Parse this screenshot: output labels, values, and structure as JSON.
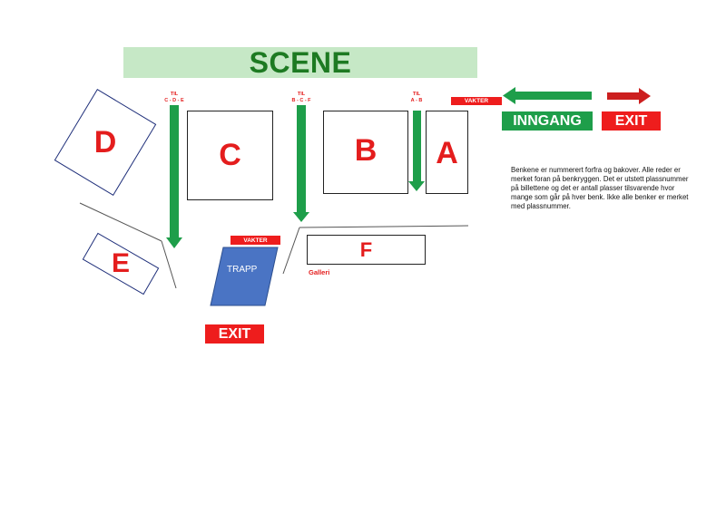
{
  "stage": {
    "label": "SCENE"
  },
  "sections": {
    "a": "A",
    "b": "B",
    "c": "C",
    "d": "D",
    "e": "E",
    "f": "F"
  },
  "direction_labels": {
    "cde": {
      "title": "TIL",
      "sub": "C - D - E"
    },
    "bcf": {
      "title": "TIL",
      "sub": "B - C - F"
    },
    "ab": {
      "title": "TIL",
      "sub": "A - B"
    }
  },
  "guards": {
    "top": "VAKTER",
    "stairs": "VAKTER"
  },
  "buttons": {
    "entrance": "INNGANG",
    "exit_top": "EXIT",
    "exit_bottom": "EXIT"
  },
  "stairs": {
    "label": "TRAPP"
  },
  "gallery": {
    "label": "Galleri"
  },
  "note": {
    "text": "Benkene er nummerert forfra og bakover. Alle reder er merket foran på benkryggen. Det er utstett plassnummer på billettene og det er antall plasser tilsvarende hvor mange som går på hver benk. Ikke alle benker er merket med plassnummer."
  },
  "colors": {
    "stage_bg": "#c6e8c6",
    "stage_text": "#1d7a22",
    "arrow_green": "#1e9e4a",
    "red": "#ee1d1d",
    "stairs_blue": "#4a74c4"
  }
}
